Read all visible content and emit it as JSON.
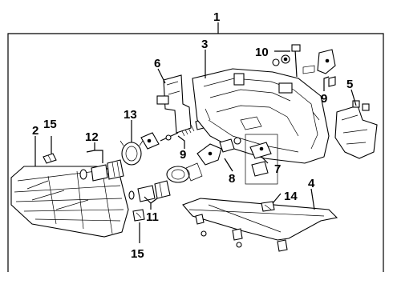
{
  "diagram": {
    "callouts": {
      "c1": "1",
      "c2": "2",
      "c3": "3",
      "c4": "4",
      "c5": "5",
      "c6": "6",
      "c7": "7",
      "c8": "8",
      "c9a": "9",
      "c9b": "9",
      "c10": "10",
      "c11": "11",
      "c12": "12",
      "c13": "13",
      "c14": "14",
      "c15a": "15",
      "c15b": "15"
    }
  }
}
